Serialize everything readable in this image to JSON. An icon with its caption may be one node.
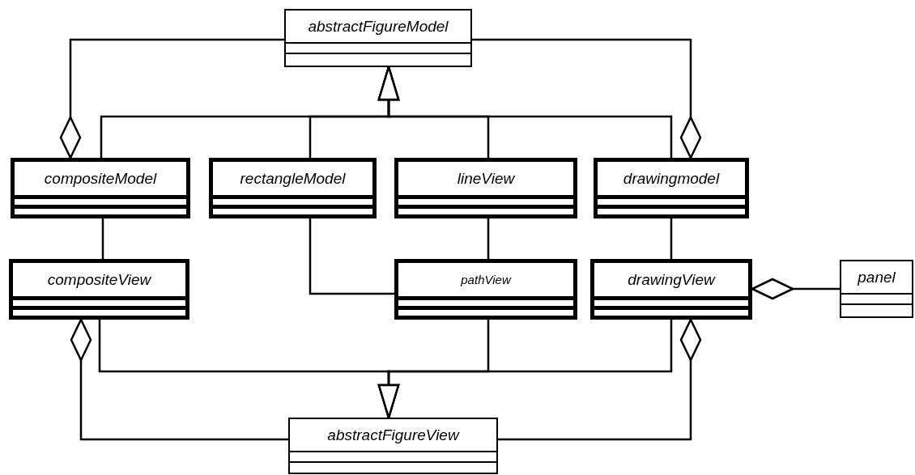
{
  "diagram": {
    "nodes": [
      {
        "text": [
          "abstractFigureModel"
        ]
      },
      {
        "text": [
          "compositeModel"
        ]
      },
      {
        "text": [
          "rectangleModel"
        ]
      },
      {
        "text": [
          "lineView"
        ]
      },
      {
        "text": [
          "drawingmodel"
        ]
      },
      {
        "text": [
          "compositeView"
        ]
      },
      {
        "text": [
          "pathView"
        ]
      },
      {
        "text": [
          "drawingView"
        ]
      },
      {
        "text": [
          "panel"
        ]
      },
      {
        "text": [
          "abstractFigureView"
        ]
      }
    ],
    "edges": [
      {
        "from": 1,
        "to": 0,
        "arrow": "other"
      },
      {
        "from": 4,
        "to": 0,
        "arrow": "other"
      },
      {
        "from": 1,
        "to": 0,
        "arrow": "to"
      },
      {
        "from": 2,
        "to": 0,
        "arrow": "to"
      },
      {
        "from": 3,
        "to": 0,
        "arrow": "to"
      },
      {
        "from": 4,
        "to": 0,
        "arrow": "to"
      },
      {
        "from": 1,
        "to": 5,
        "arrow": "none"
      },
      {
        "from": 2,
        "to": 6,
        "arrow": "none"
      },
      {
        "from": 3,
        "to": 6,
        "arrow": "none"
      },
      {
        "from": 4,
        "to": 7,
        "arrow": "none"
      },
      {
        "from": 7,
        "to": 8,
        "arrow": "other"
      },
      {
        "from": 5,
        "to": 9,
        "arrow": "to"
      },
      {
        "from": 6,
        "to": 9,
        "arrow": "to"
      },
      {
        "from": 7,
        "to": 9,
        "arrow": "to"
      },
      {
        "from": 5,
        "to": 9,
        "arrow": "other"
      },
      {
        "from": 7,
        "to": 9,
        "arrow": "other"
      }
    ]
  }
}
